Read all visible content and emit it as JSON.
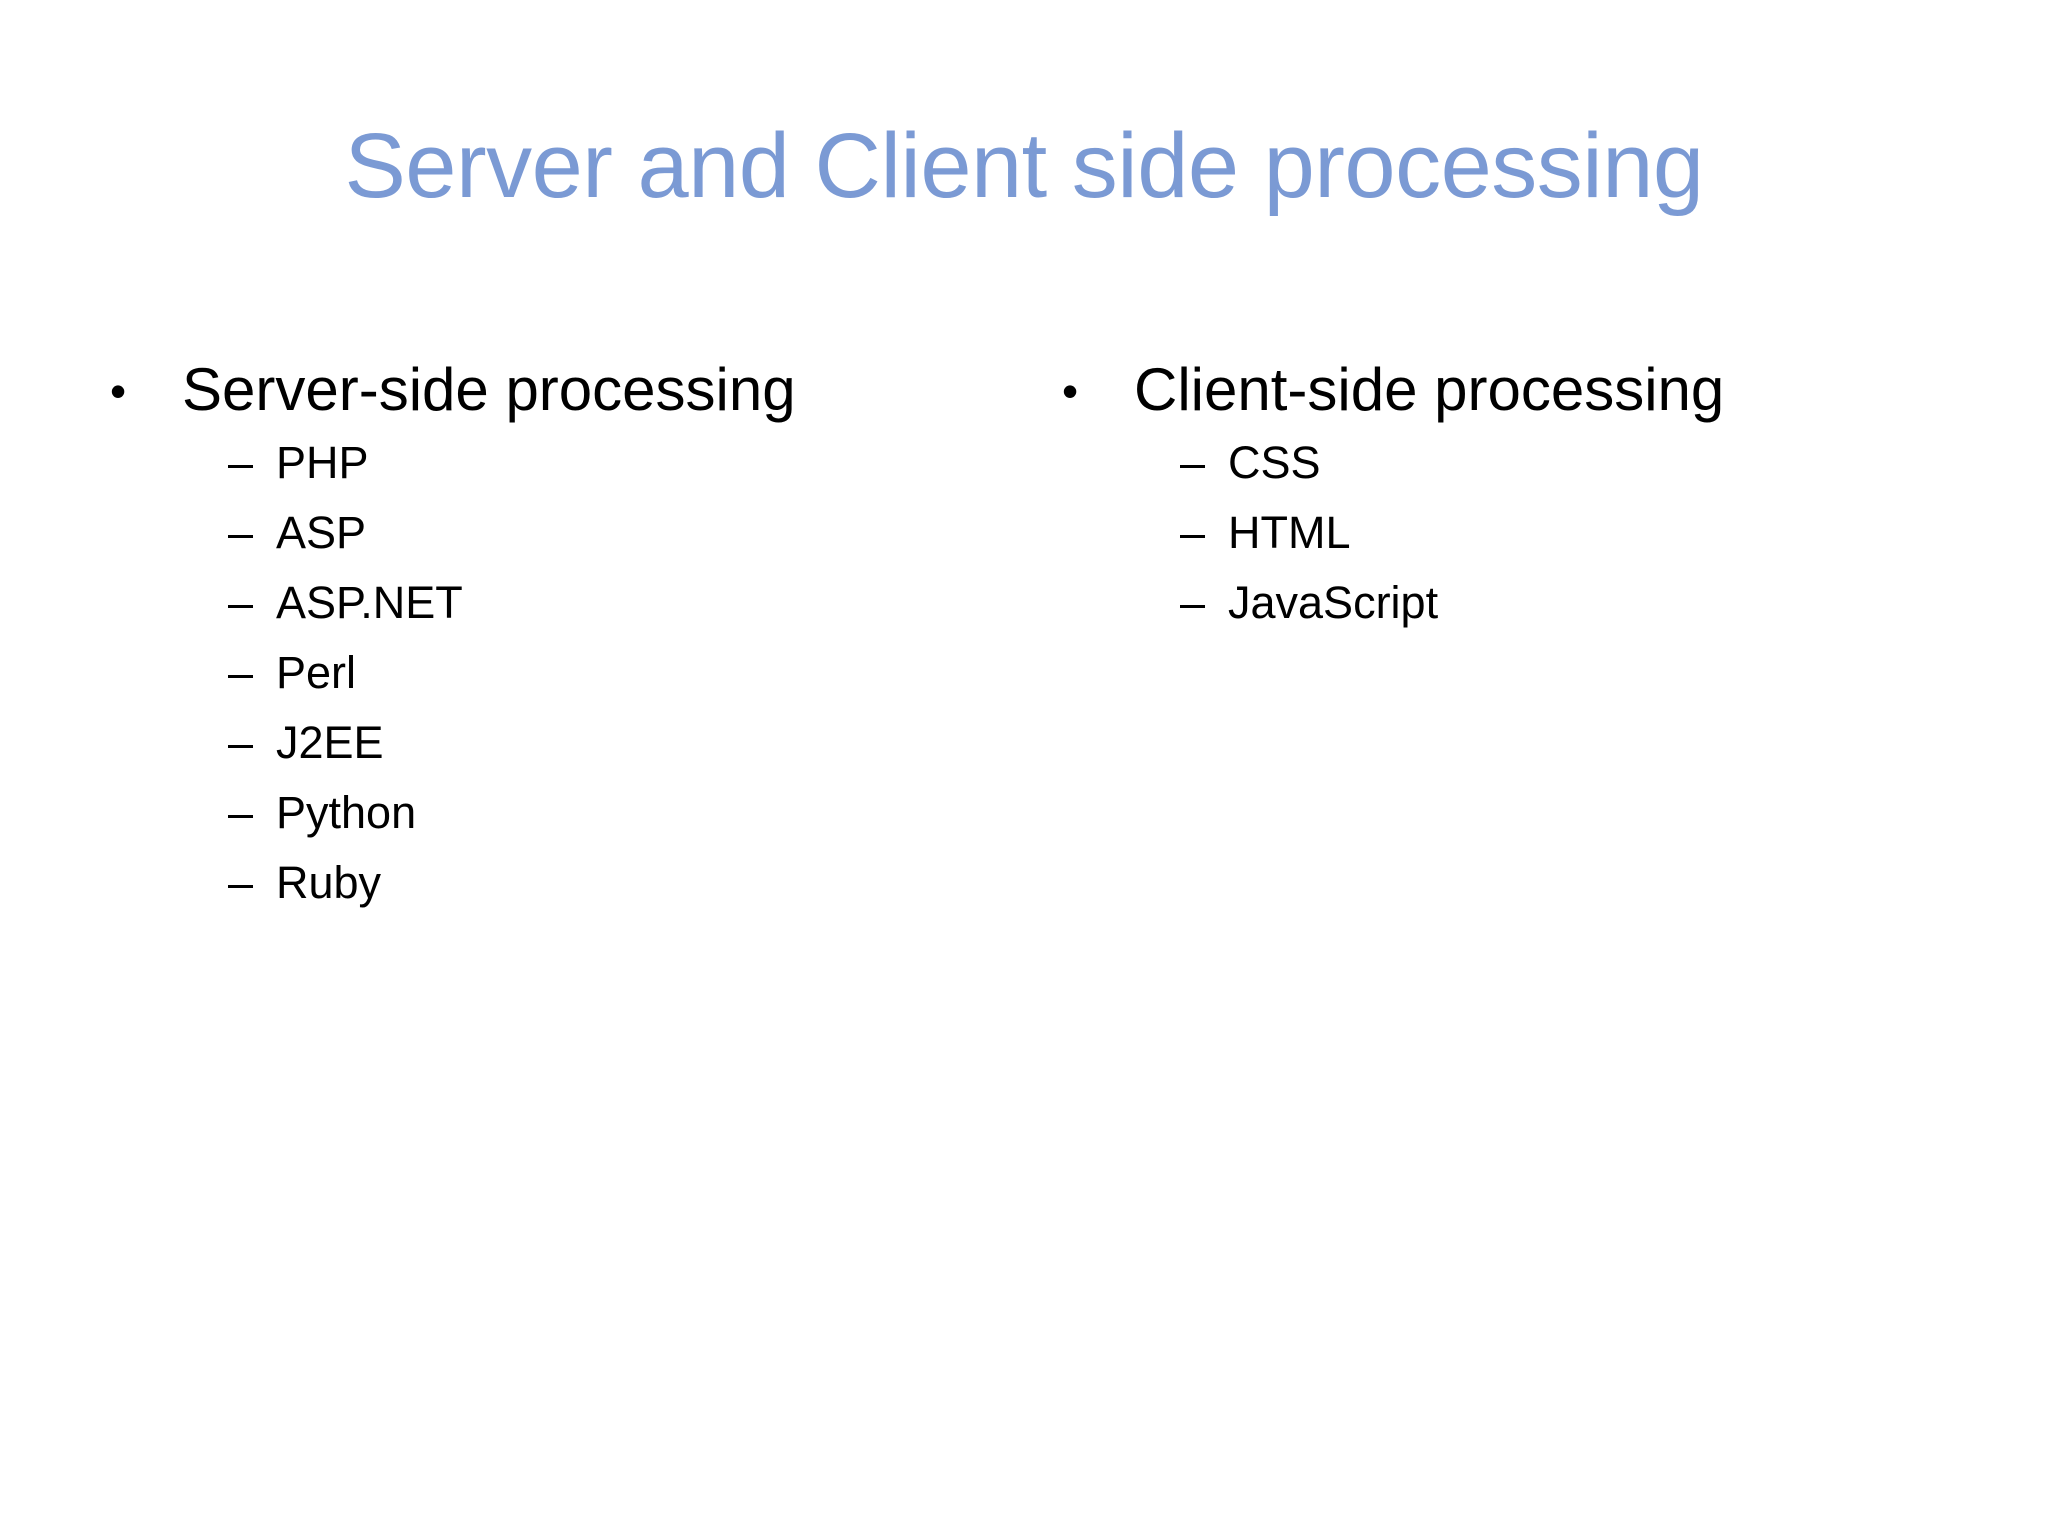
{
  "slide": {
    "title": "Server and Client side processing",
    "title_color": "#7b9ad4",
    "background_color": "#ffffff",
    "text_color": "#000000",
    "level1_bullet_glyph": "•",
    "level2_bullet_glyph": "–",
    "columns": [
      {
        "heading": "Server-side processing",
        "items": [
          "PHP",
          "ASP",
          "ASP.NET",
          "Perl",
          "J2EE",
          "Python",
          "Ruby"
        ]
      },
      {
        "heading": "Client-side processing",
        "items": [
          "CSS",
          "HTML",
          "JavaScript"
        ]
      }
    ]
  }
}
